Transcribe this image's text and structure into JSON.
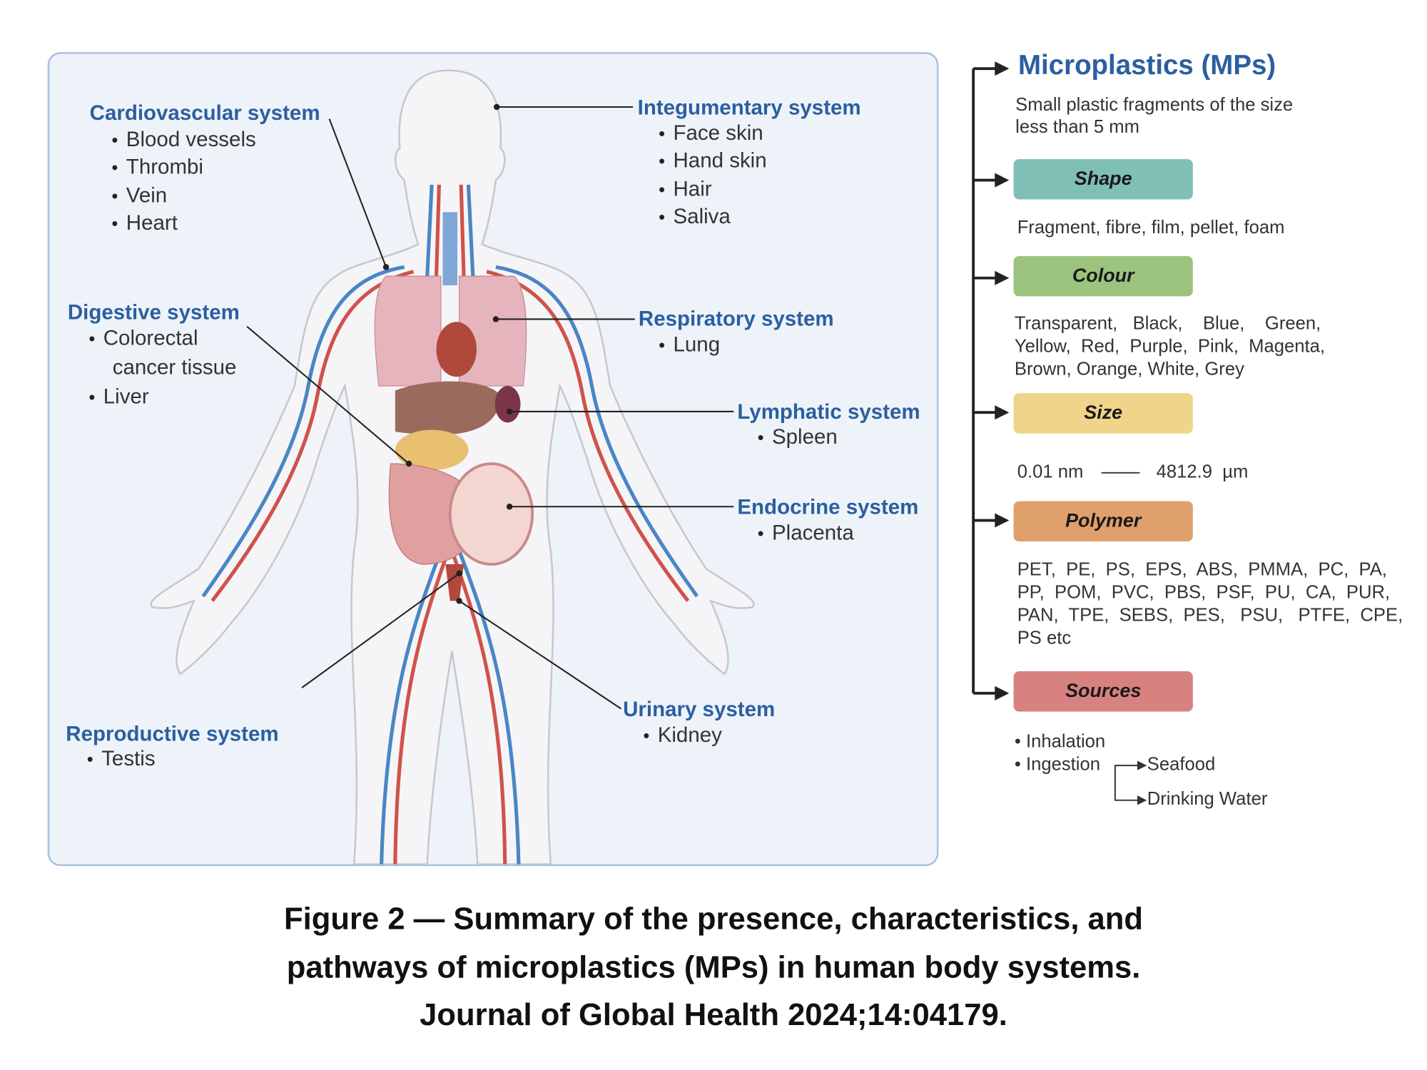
{
  "systems": {
    "cardiovascular": {
      "title": "Cardiovascular system",
      "items": [
        "Blood vessels",
        "Thrombi",
        "Vein",
        "Heart"
      ]
    },
    "integumentary": {
      "title": "Integumentary system",
      "items": [
        "Face skin",
        "Hand skin",
        "Hair",
        "Saliva"
      ]
    },
    "digestive": {
      "title": "Digestive system",
      "items": [
        "Colorectal",
        "cancer tissue",
        "Liver"
      ]
    },
    "respiratory": {
      "title": "Respiratory system",
      "items": [
        "Lung"
      ]
    },
    "lymphatic": {
      "title": "Lymphatic system",
      "items": [
        "Spleen"
      ]
    },
    "endocrine": {
      "title": "Endocrine system",
      "items": [
        "Placenta"
      ]
    },
    "urinary": {
      "title": "Urinary system",
      "items": [
        "Kidney"
      ]
    },
    "reproductive": {
      "title": "Reproductive system",
      "items": [
        "Testis"
      ]
    }
  },
  "bullet": "•",
  "mps": {
    "title": "Microplastics (MPs)",
    "description": [
      "Small plastic fragments of the size",
      "less than 5 mm"
    ],
    "shape": {
      "label": "Shape",
      "text": "Fragment, fibre, film, pellet, foam",
      "color": "#7fbfb6"
    },
    "colour": {
      "label": "Colour",
      "lines": [
        "Transparent,   Black,    Blue,    Green,",
        "Yellow,  Red,  Purple,  Pink,  Magenta,",
        "Brown, Orange, White, Grey"
      ],
      "color": "#9cc47f"
    },
    "size": {
      "label": "Size",
      "min": "0.01 nm",
      "max": "4812.9  µm",
      "color": "#efd48a"
    },
    "polymer": {
      "label": "Polymer",
      "lines": [
        "PET,  PE,  PS,  EPS,  ABS,  PMMA,  PC,  PA,",
        "PP,  POM,  PVC,  PBS,  PSF,  PU,  CA,  PUR,",
        "PAN,  TPE,  SEBS,  PES,   PSU,   PTFE,  CPE,",
        "PS etc"
      ],
      "color": "#e0a06b"
    },
    "sources": {
      "label": "Sources",
      "items": [
        "• Inhalation",
        "• Ingestion"
      ],
      "ingestion": [
        "Seafood",
        "Drinking Water"
      ],
      "color": "#d88181"
    }
  },
  "caption": [
    "Figure 2 — Summary of the presence, characteristics, and",
    "pathways of microplastics (MPs) in human body systems.",
    "Journal of Global Health 2024;14:04179."
  ]
}
